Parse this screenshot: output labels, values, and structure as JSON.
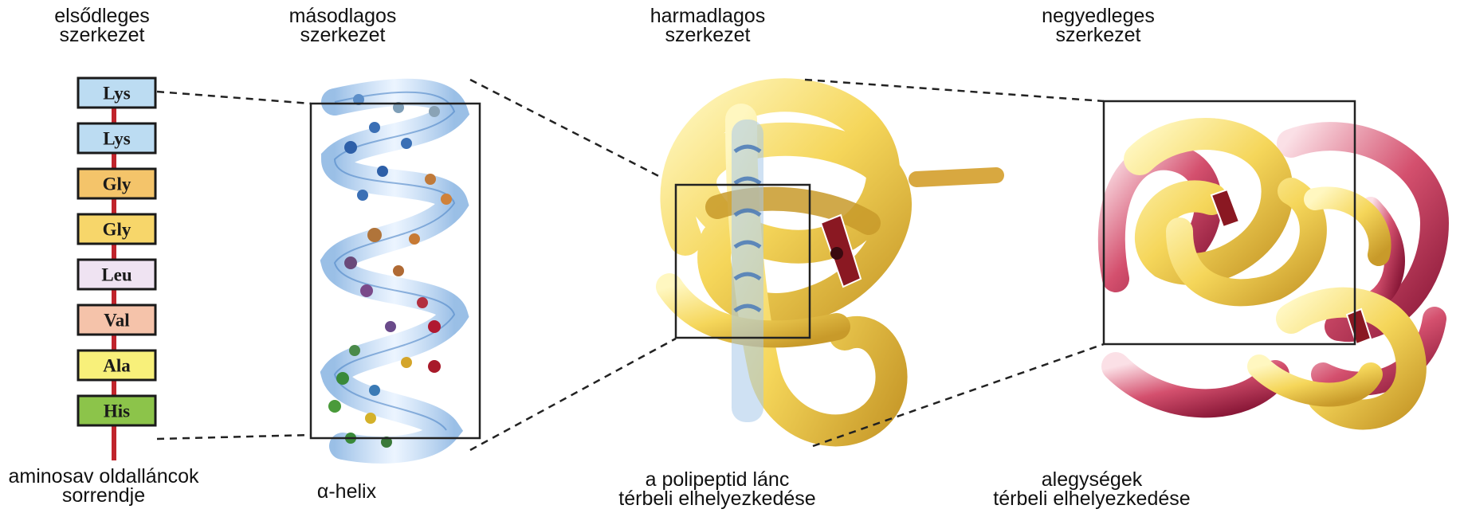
{
  "headings": {
    "primary": {
      "line1": "elsődleges",
      "line2": "szerkezet"
    },
    "secondary": {
      "line1": "másodlagos",
      "line2": "szerkezet"
    },
    "tertiary": {
      "line1": "harmadlagos",
      "line2": "szerkezet"
    },
    "quaternary": {
      "line1": "negyedleges",
      "line2": "szerkezet"
    }
  },
  "captions": {
    "primary": {
      "line1": "aminosav oldalláncok",
      "line2": "sorrendje"
    },
    "secondary": {
      "line1": "α-helix"
    },
    "tertiary": {
      "line1": "a polipeptid lánc",
      "line2": "térbeli elhelyezkedése"
    },
    "quaternary": {
      "line1": "alegységek",
      "line2": "térbeli elhelyezkedése"
    }
  },
  "amino_acids": [
    {
      "label": "Lys",
      "color": "#bcdcf2"
    },
    {
      "label": "Lys",
      "color": "#bcdcf2"
    },
    {
      "label": "Gly",
      "color": "#f4c46a"
    },
    {
      "label": "Gly",
      "color": "#f7d66a"
    },
    {
      "label": "Leu",
      "color": "#efe3f2"
    },
    {
      "label": "Val",
      "color": "#f5c3aa"
    },
    {
      "label": "Ala",
      "color": "#f8f07a"
    },
    {
      "label": "His",
      "color": "#8cc44a"
    }
  ],
  "colors": {
    "backbone": "#c0242c",
    "helix_ribbon": "#9cc4ec",
    "protein_yellow": "#f5d65a",
    "protein_red": "#d4506e",
    "heme": "#8a1822"
  }
}
